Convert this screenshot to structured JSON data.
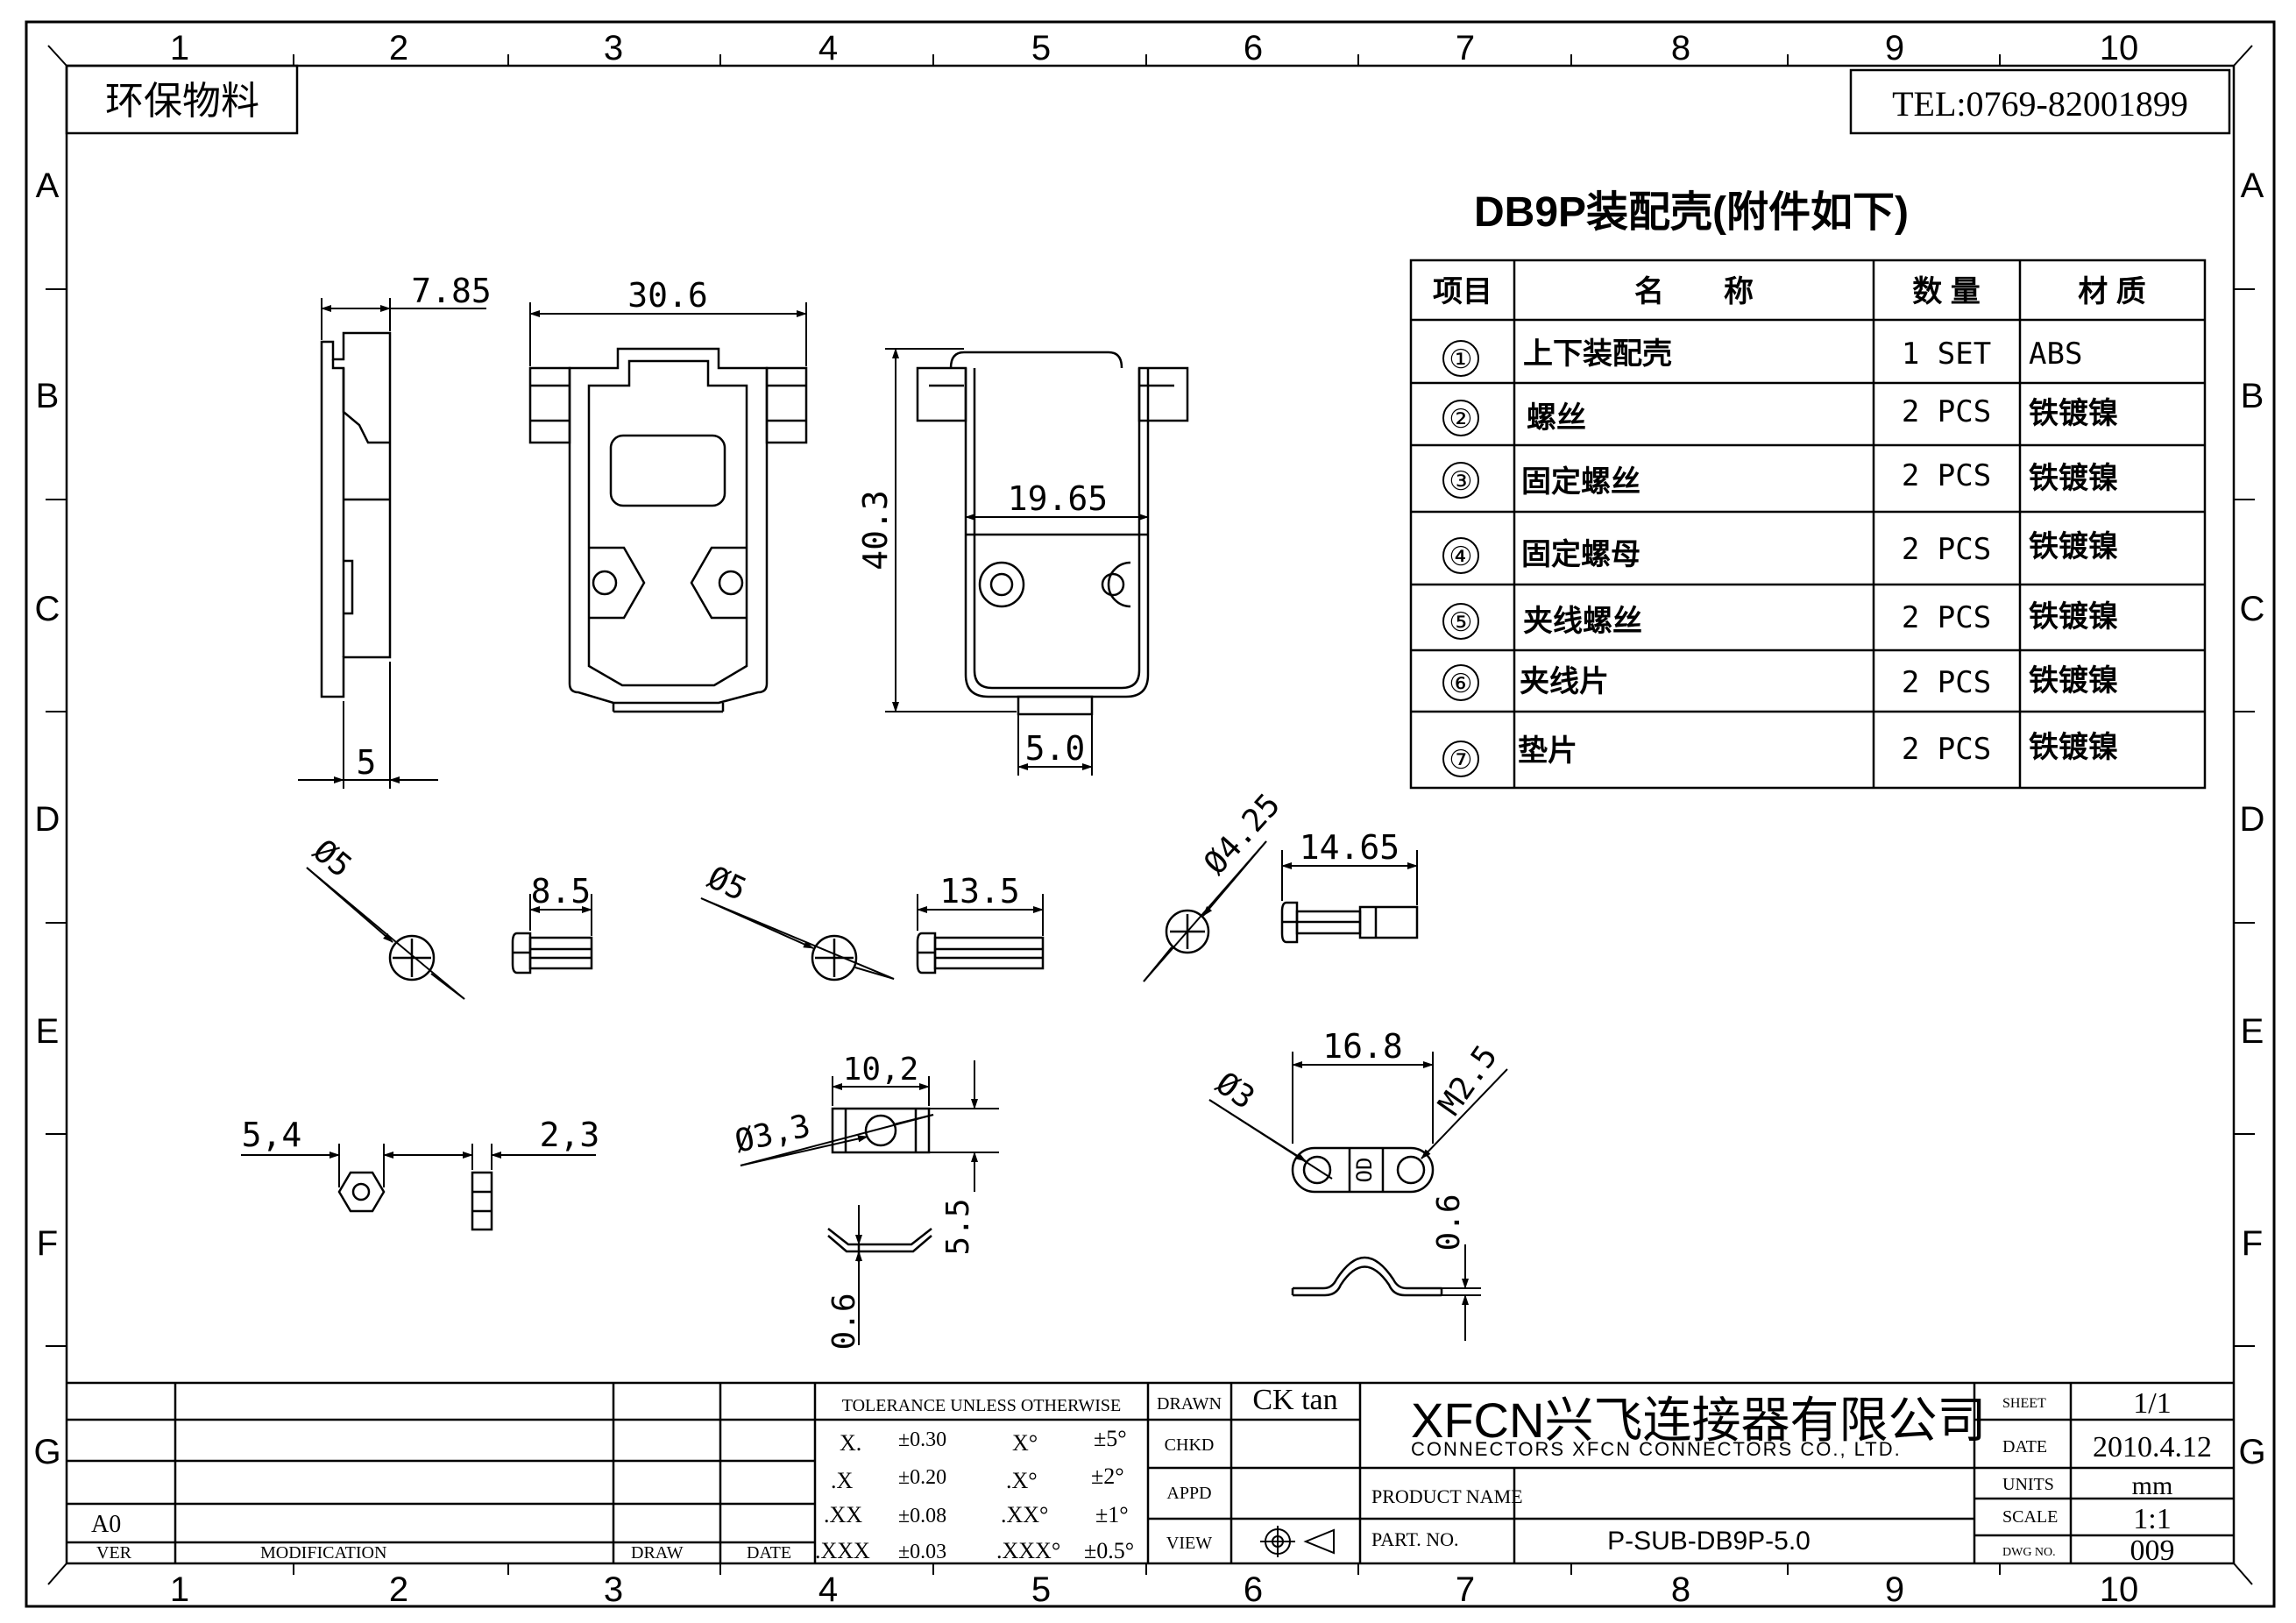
{
  "border": {
    "columns": [
      "1",
      "2",
      "3",
      "4",
      "5",
      "6",
      "7",
      "8",
      "9",
      "10"
    ],
    "rows": [
      "A",
      "B",
      "C",
      "D",
      "E",
      "F",
      "G"
    ]
  },
  "header": {
    "tag": "环保物料",
    "tel": "TEL:0769-82001899"
  },
  "parts_table": {
    "title": "DB9P装配壳(附件如下)",
    "headers": [
      "项目",
      "名　　称",
      "数 量",
      "材 质"
    ],
    "rows": [
      {
        "no": "①",
        "name": "上下装配壳",
        "qty": "1 SET",
        "material": "ABS"
      },
      {
        "no": "②",
        "name": "螺丝",
        "qty": "2 PCS",
        "material": "铁镀镍"
      },
      {
        "no": "③",
        "name": "固定螺丝",
        "qty": "2 PCS",
        "material": "铁镀镍"
      },
      {
        "no": "④",
        "name": "固定螺母",
        "qty": "2 PCS",
        "material": "铁镀镍"
      },
      {
        "no": "⑤",
        "name": "夹线螺丝",
        "qty": "2 PCS",
        "material": "铁镀镍"
      },
      {
        "no": "⑥",
        "name": "夹线片",
        "qty": "2 PCS",
        "material": "铁镀镍"
      },
      {
        "no": "⑦",
        "name": "垫片",
        "qty": "2 PCS",
        "material": "铁镀镍"
      }
    ]
  },
  "dimensions": {
    "side_width": "7.85",
    "side_bottom": "5",
    "front_width": "30.6",
    "back_height": "40.3",
    "back_inner": "19.65",
    "back_tab": "5.0",
    "screw1_dia": "Ø5",
    "screw1_len": "8.5",
    "screw2_dia": "Ø5",
    "screw2_len": "13.5",
    "screw3_dia": "Ø4.25",
    "screw3_len": "14.65",
    "nut_width": "5,4",
    "nut_thick": "2,3",
    "clip_width": "10,2",
    "clip_hole": "Ø3,3",
    "clip_height": "5.5",
    "clip_thick": "0.6",
    "washer_len": "16.8",
    "washer_hole": "Ø3",
    "washer_thread": "M2.5",
    "washer_thick": "0.6",
    "washer_mark": "OD"
  },
  "title_block": {
    "rev_label": "A0",
    "col_ver": "VER",
    "col_mod": "MODIFICATION",
    "col_draw": "DRAW",
    "col_date": "DATE",
    "tolerance_title": "TOLERANCE UNLESS OTHERWISE",
    "tol": [
      {
        "k": "X.",
        "v": "±0.30",
        "ak": "X°",
        "av": "±5°"
      },
      {
        "k": ".X",
        "v": "±0.20",
        "ak": ".X°",
        "av": "±2°"
      },
      {
        "k": ".XX",
        "v": "±0.08",
        "ak": ".XX°",
        "av": "±1°"
      },
      {
        "k": ".XXX",
        "v": "±0.03",
        "ak": ".XXX°",
        "av": "±0.5°"
      }
    ],
    "drawn_label": "DRAWN",
    "drawn_value": "CK tan",
    "chkd_label": "CHKD",
    "appd_label": "APPD",
    "view_label": "VIEW",
    "company_main": "XFCN兴飞连接器有限公司",
    "company_sub": "CONNECTORS XFCN CONNECTORS CO., LTD.",
    "product_name_label": "PRODUCT NAME",
    "part_no_label": "PART. NO.",
    "part_no": "P-SUB-DB9P-5.0",
    "sheet_label": "SHEET",
    "sheet": "1/1",
    "date_label": "DATE",
    "date": "2010.4.12",
    "units_label": "UNITS",
    "units": "mm",
    "scale_label": "SCALE",
    "scale": "1:1",
    "dwg_label": "DWG NO.",
    "dwg": "009"
  },
  "colors": {
    "line": "#000000",
    "background": "#ffffff"
  }
}
